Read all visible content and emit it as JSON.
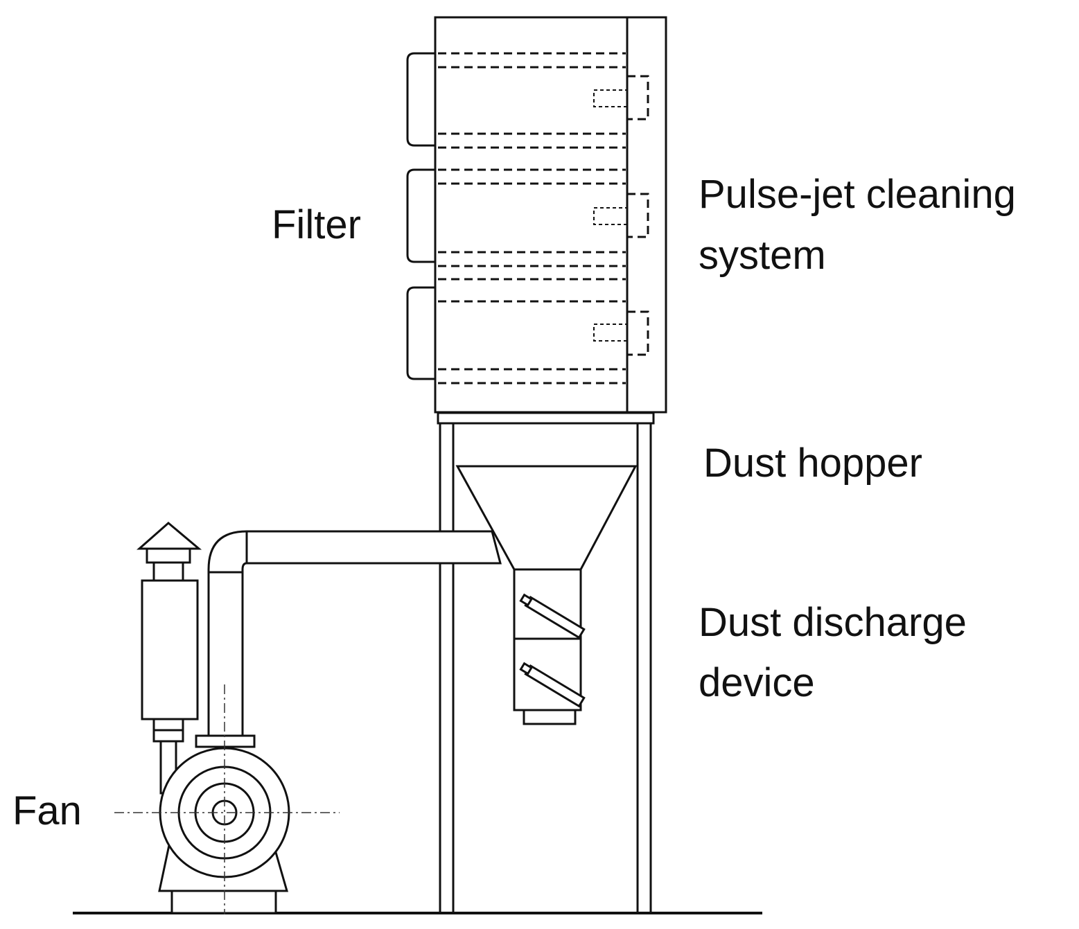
{
  "labels": {
    "filter": "Filter",
    "pulse_jet_line1": "Pulse-jet cleaning",
    "pulse_jet_line2": "system",
    "dust_hopper": "Dust hopper",
    "dust_discharge_line1": "Dust discharge",
    "dust_discharge_line2": "device",
    "fan": "Fan"
  }
}
